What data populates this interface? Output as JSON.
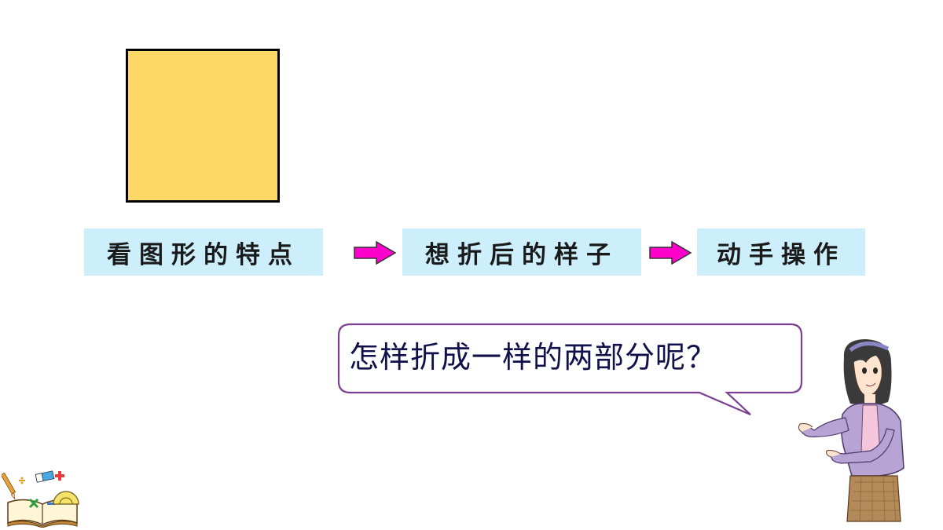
{
  "shape": {
    "name": "square",
    "fill": "#ffd766",
    "stroke": "#000000"
  },
  "steps": [
    {
      "label": "看图形的特点"
    },
    {
      "label": "想折后的样子"
    },
    {
      "label": "动手操作"
    }
  ],
  "arrow_color": "#ff00cc",
  "step_bg": "#cdeffc",
  "speech": {
    "text": "怎样折成一样的两部分呢？",
    "border_color": "#7a3f8f"
  },
  "icons": [
    "math-book-icon",
    "teacher-illustration"
  ]
}
